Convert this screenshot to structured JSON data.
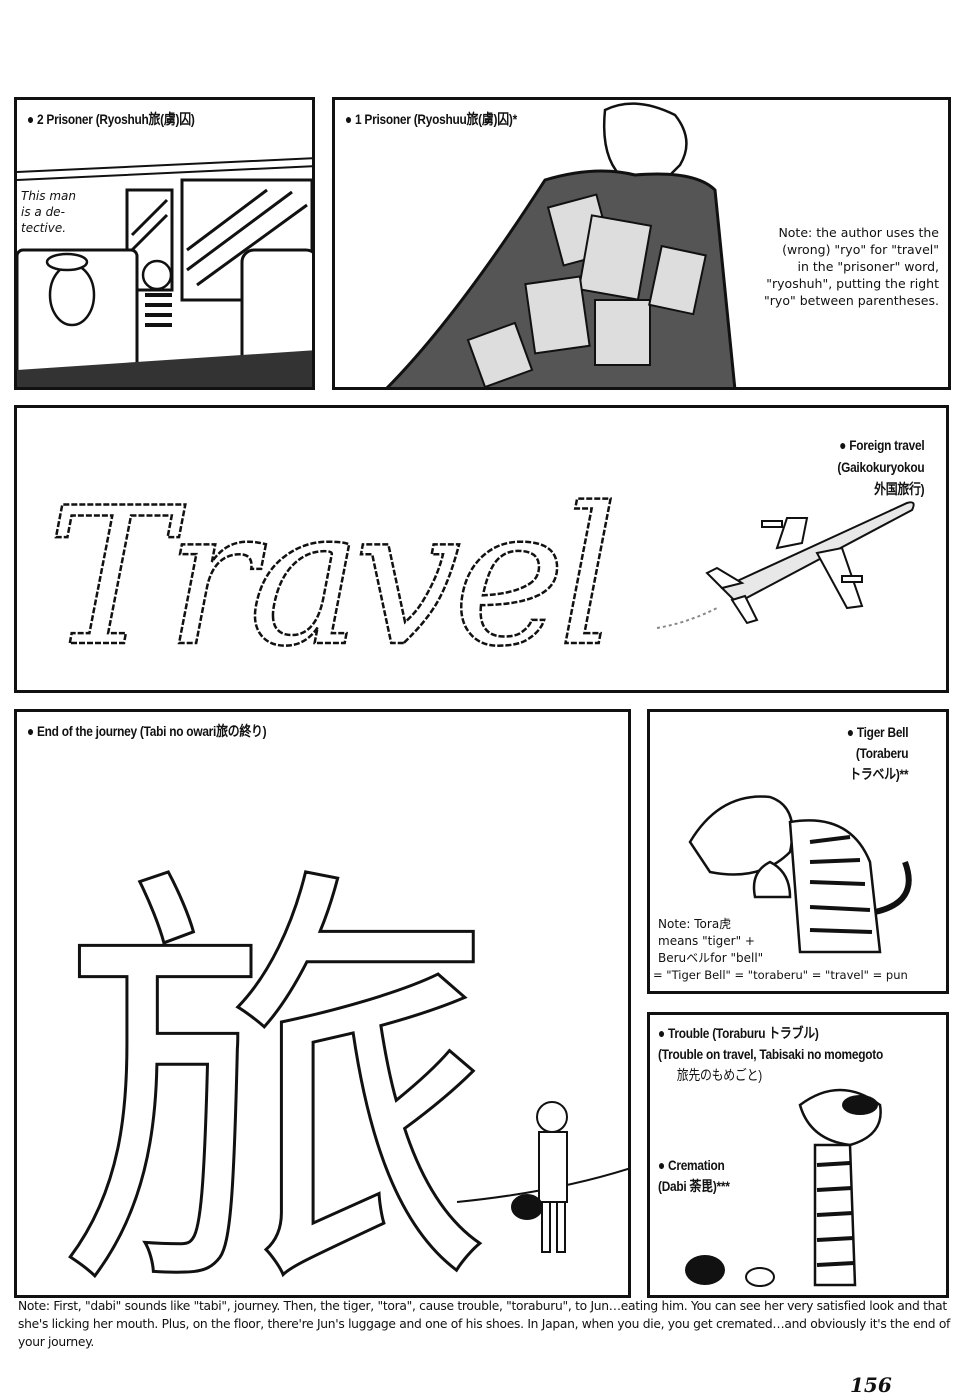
{
  "panels": {
    "prisoner2": {
      "label": "● 2 Prisoner (Ryoshuh旅(虜)囚)",
      "caption": [
        "This man",
        "is a de-",
        "tective."
      ]
    },
    "prisoner1": {
      "label": "● 1 Prisoner (Ryoshuu旅(虜)囚)*",
      "note": [
        "Note: the author uses the",
        "(wrong) \"ryo\" for \"travel\"",
        "in the \"prisoner\" word,",
        "\"ryoshuh\", putting the right",
        "\"ryo\" between parentheses."
      ]
    },
    "foreign_travel": {
      "label": [
        "● Foreign travel",
        "(Gaikokuryokou",
        "外国旅行)"
      ],
      "smoke_word": "Travel"
    },
    "journey_end": {
      "label": "● End of the journey (Tabi no owari旅の終り)",
      "kanji": "旅"
    },
    "tiger_bell": {
      "label": [
        "● Tiger Bell",
        "(Toraberu",
        "トラベル)**"
      ],
      "note": [
        "Note: Tora虎",
        "means \"tiger\" +",
        "Beruベルfor \"bell\"",
        "= \"Tiger Bell\" = \"toraberu\" = \"travel\" = pun"
      ]
    },
    "trouble": {
      "label": [
        "● Trouble (Toraburu トラブル)",
        "(Trouble on travel, Tabisaki no momegoto",
        "旅先のもめごと)"
      ],
      "cremation": [
        "● Cremation",
        "(Dabi 荼毘)***"
      ]
    }
  },
  "footer_note": "Note: First, \"dabi\" sounds like \"tabi\", journey. Then, the tiger, \"tora\", cause trouble, \"toraburu\", to Jun…eating him. You can see her very satisfied look and that she's licking her mouth. Plus, on the floor, there're Jun's luggage and one of his shoes. In Japan, when you die, you get cremated…and obviously it's the end of your journey.",
  "page_number": "156"
}
